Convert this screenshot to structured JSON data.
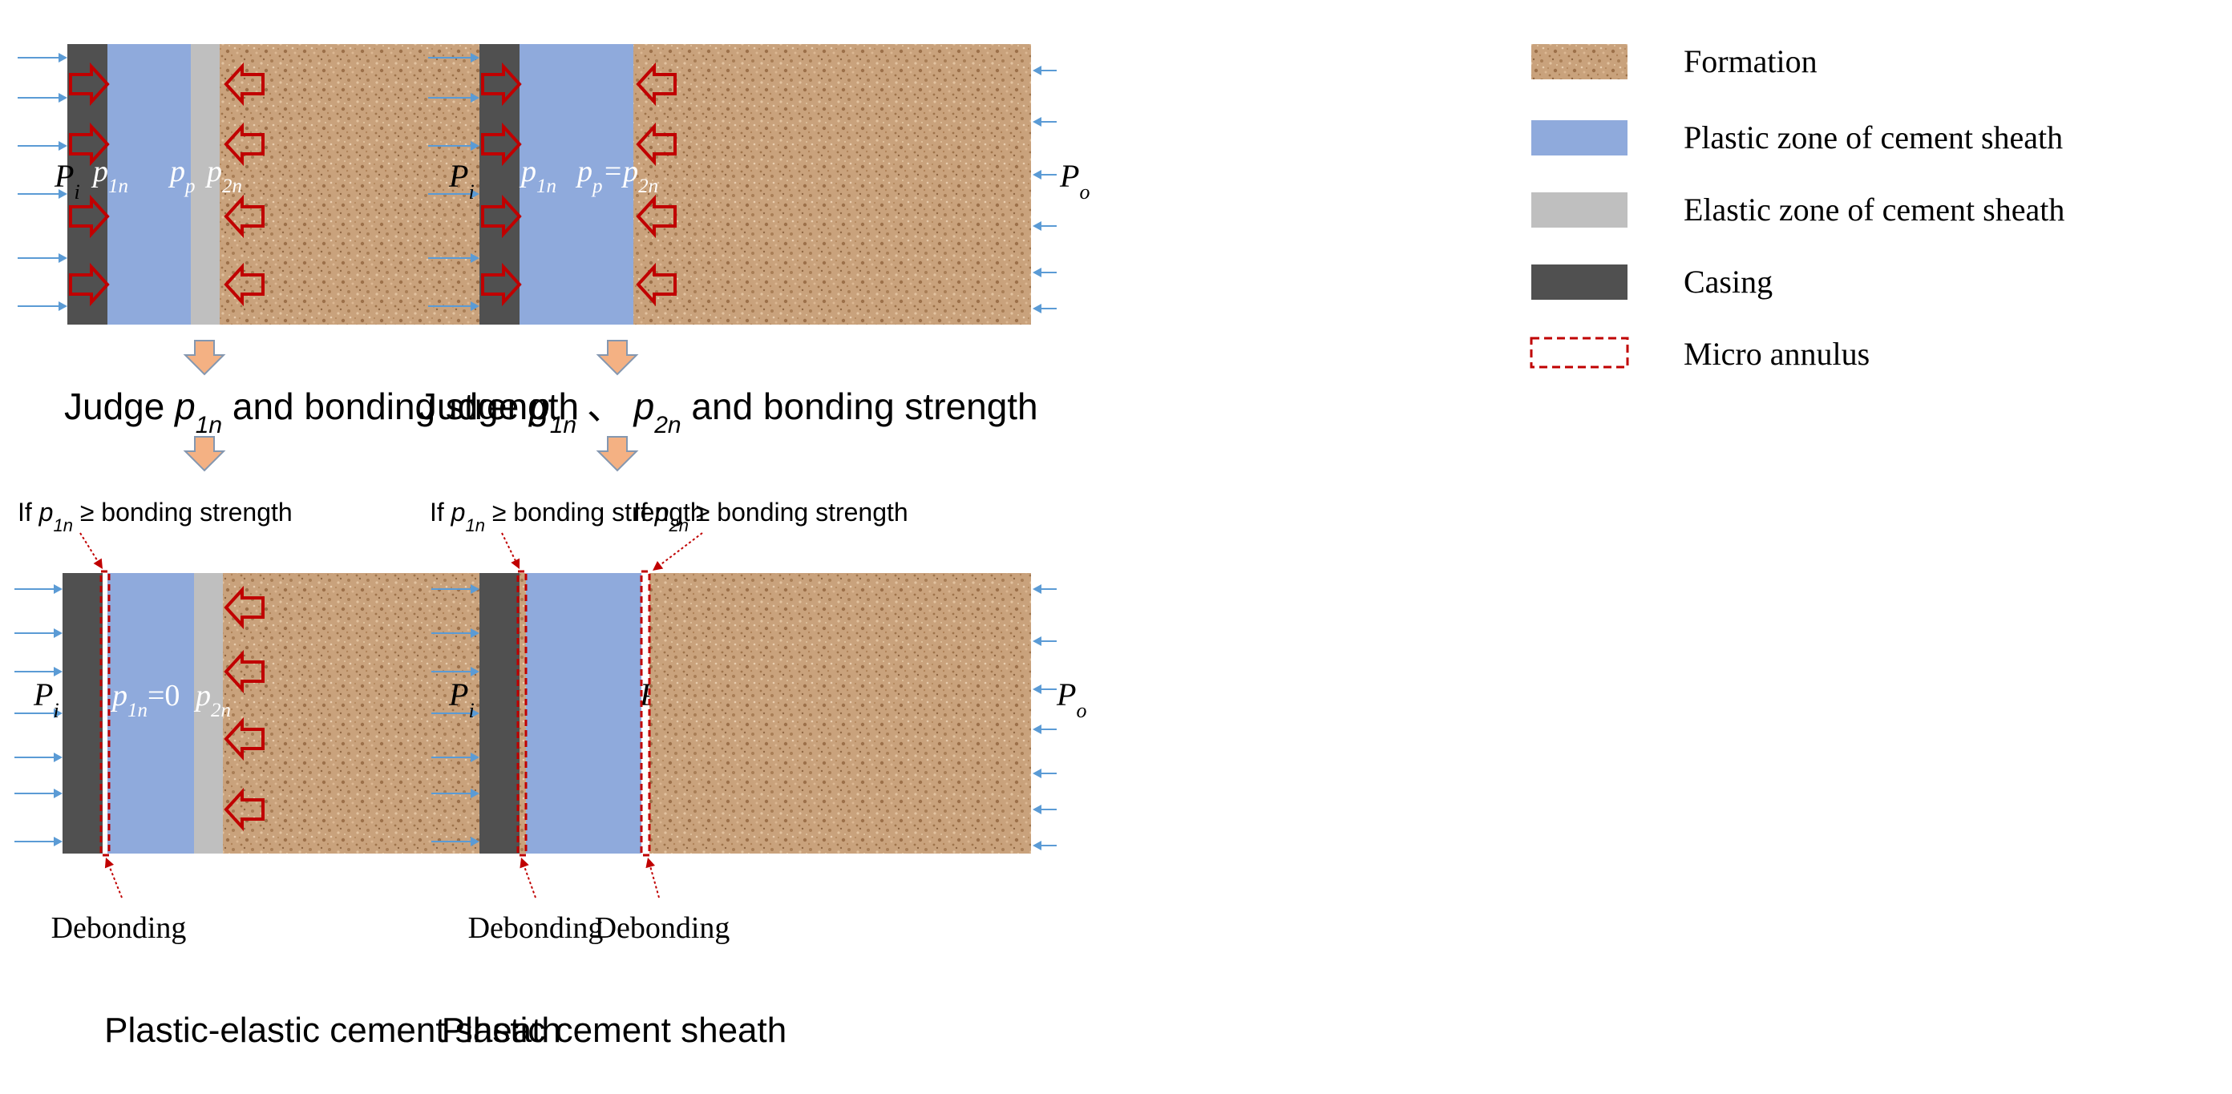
{
  "colors": {
    "formation": "#c9a27c",
    "formation_dark": "#a87d55",
    "plastic": "#8faadc",
    "elastic": "#bfbfbf",
    "casing": "#505050",
    "micro_annulus": "#c00000",
    "stress_arrow": "#c00000",
    "pressure_arrow": "#5b9bd5",
    "flow_arrow_fill": "#f4b183",
    "flow_arrow_stroke": "#8497b0",
    "text": "#000000",
    "label_on_fill": "#ffffff"
  },
  "legend": {
    "items": [
      {
        "key": "formation",
        "label": "Formation"
      },
      {
        "key": "plastic",
        "label": "Plastic zone of cement sheath"
      },
      {
        "key": "elastic",
        "label": "Elastic zone of cement sheath"
      },
      {
        "key": "casing",
        "label": "Casing"
      },
      {
        "key": "micro_annulus",
        "label": "Micro annulus"
      }
    ]
  },
  "left_column": {
    "top_panel": {
      "pi": {
        "base": "P",
        "sub": "i"
      },
      "po": {
        "base": "P",
        "sub": "o"
      },
      "p1n": {
        "base": "p",
        "sub": "1n"
      },
      "pp": {
        "base": "p",
        "sub": "p"
      },
      "p2n": {
        "base": "p",
        "sub": "2n"
      }
    },
    "judge": {
      "prefix": "Judge ",
      "var_base": "p",
      "var_sub": "1n",
      "suffix": " and bonding strength"
    },
    "condition": {
      "prefix": "If ",
      "var_base": "p",
      "var_sub": "1n",
      "suffix": " ≥ bonding strength"
    },
    "bottom_panel": {
      "pi": {
        "base": "P",
        "sub": "i"
      },
      "po": {
        "base": "P",
        "sub": "o"
      },
      "p1n_zero": {
        "base": "p",
        "sub": "1n",
        "suffix": "=0"
      },
      "p2n": {
        "base": "p",
        "sub": "2n"
      }
    },
    "debonding": "Debonding",
    "caption": "Plastic-elastic cement sheath"
  },
  "right_column": {
    "top_panel": {
      "pi": {
        "base": "P",
        "sub": "i"
      },
      "po": {
        "base": "P",
        "sub": "o"
      },
      "p1n": {
        "base": "p",
        "sub": "1n"
      },
      "pp_eq": {
        "base": "p",
        "sub": "p",
        "mid": "=p",
        "sub2": "2n"
      }
    },
    "judge": {
      "prefix": "Judge ",
      "var1_base": "p",
      "var1_sub": "1n",
      "sep": " 、 ",
      "var2_base": "p",
      "var2_sub": "2n",
      "suffix": " and bonding strength"
    },
    "condition_left": {
      "prefix": "If ",
      "var_base": "p",
      "var_sub": "1n",
      "suffix": " ≥ bonding strength"
    },
    "condition_right": {
      "prefix": "If ",
      "var_base": "p",
      "var_sub": "2n",
      "suffix": " ≥ bonding strength"
    },
    "bottom_panel": {
      "pi": {
        "base": "P",
        "sub": "i"
      },
      "po": {
        "base": "P",
        "sub": "o"
      }
    },
    "debonding_left": "Debonding",
    "debonding_right": "Debonding",
    "caption": "Plastic cement sheath"
  }
}
